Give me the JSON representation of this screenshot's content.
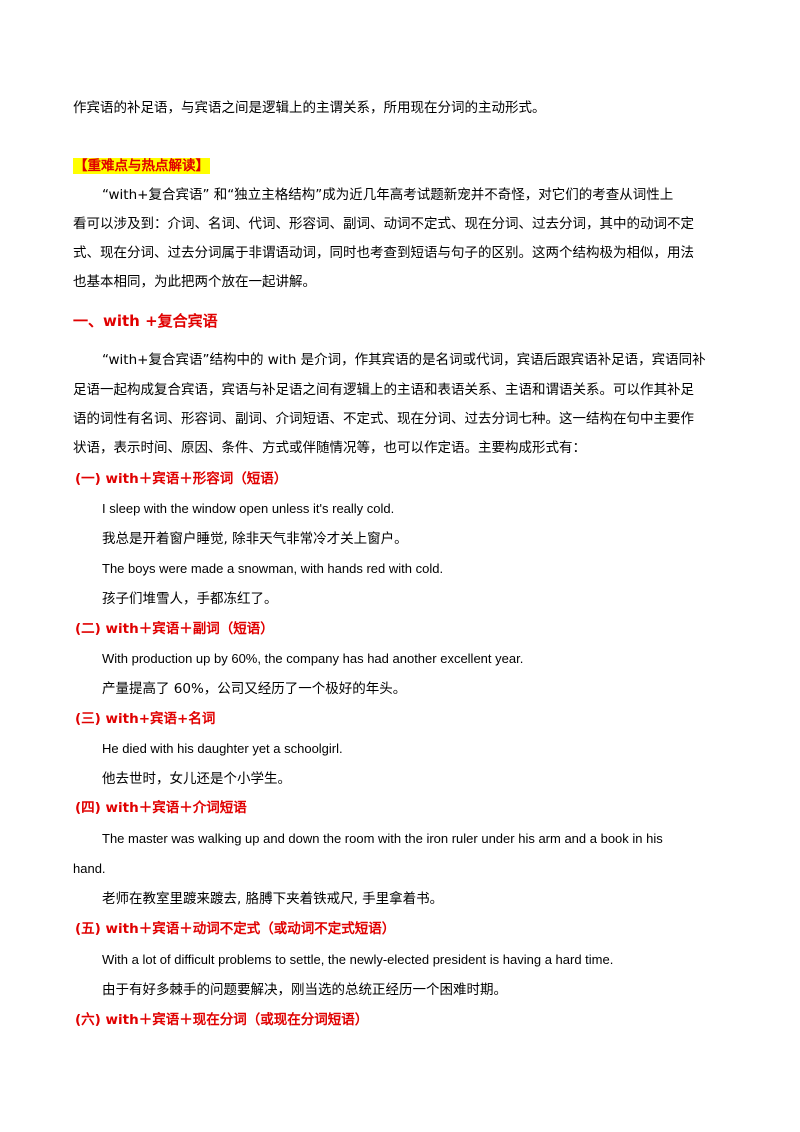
{
  "page": {
    "intro_line": "作宾语的补足语，与宾语之间是逻辑上的主谓关系，所用现在分词的主动形式。",
    "key_points_label": "【重难点与热点解读】",
    "overview": [
      "“with+复合宾语” 和“独立主格结构”成为近几年高考试题新宠并不奇怪，对它们的考查从词性上",
      "看可以涉及到：介词、名词、代词、形容词、副词、动词不定式、现在分词、过去分词，其中的动词不定",
      "式、现在分词、过去分词属于非谓语动词，同时也考查到短语与句子的区别。这两个结构极为相似，用法",
      "也基本相同，为此把两个放在一起讲解。"
    ],
    "section1_title": "一、with +复合宾语",
    "section1_body": [
      "“with+复合宾语”结构中的 with 是介词，作其宾语的是名词或代词，宾语后跟宾语补足语，宾语同补",
      "足语一起构成复合宾语，宾语与补足语之间有逻辑上的主语和表语关系、主语和谓语关系。可以作其补足",
      "语的词性有名词、形容词、副词、介词短语、不定式、现在分词、过去分词七种。这一结构在句中主要作",
      "状语，表示时间、原因、条件、方式或伴随情况等，也可以作定语。主要构成形式有："
    ],
    "sub1_title": "(一) with＋宾语＋形容词（短语）",
    "sub1_ex1_en": "I sleep  with  the  window  open  unless it's really cold.",
    "sub1_ex1_cn": "我总是开着窗户睡觉, 除非天气非常冷才关上窗户。",
    "sub1_ex2_en": "The boys were made a snowman, with hands red with cold.",
    "sub1_ex2_cn": "孩子们堆雪人，手都冻红了。",
    "sub2_title": "(二) with＋宾语＋副词（短语）",
    "sub2_ex1_en": "With production up by 60%, the company has had another excellent year.",
    "sub2_ex1_cn": "产量提高了 60%，公司又经历了一个极好的年头。",
    "sub3_title": "(三) with+宾语+名词",
    "sub3_ex1_en": "He died with his daughter yet a schoolgirl.",
    "sub3_ex1_cn": "他去世时，女儿还是个小学生。",
    "sub4_title": "(四) with＋宾语＋介词短语",
    "sub4_ex1_en_line1": "The master was walking up and down the room   with   the iron ruler under   his   arm and   a   book   in   his",
    "sub4_ex1_en_line2": "hand.",
    "sub4_ex1_cn": "老师在教室里踱来踱去, 胳膊下夹着铁戒尺, 手里拿着书。",
    "sub5_title": "(五) with＋宾语＋动词不定式（或动词不定式短语）",
    "sub5_ex1_en": "With a lot of difficult problems to settle, the newly-elected president is having a hard time.",
    "sub5_ex1_cn": "由于有好多棘手的问题要解决，刚当选的总统正经历一个困难时期。",
    "sub6_title": "(六) with＋宾语＋现在分词（或现在分词短语）"
  },
  "colors": {
    "heading": "#e00000",
    "highlight_bg": "#ffff00",
    "text": "#000000"
  }
}
